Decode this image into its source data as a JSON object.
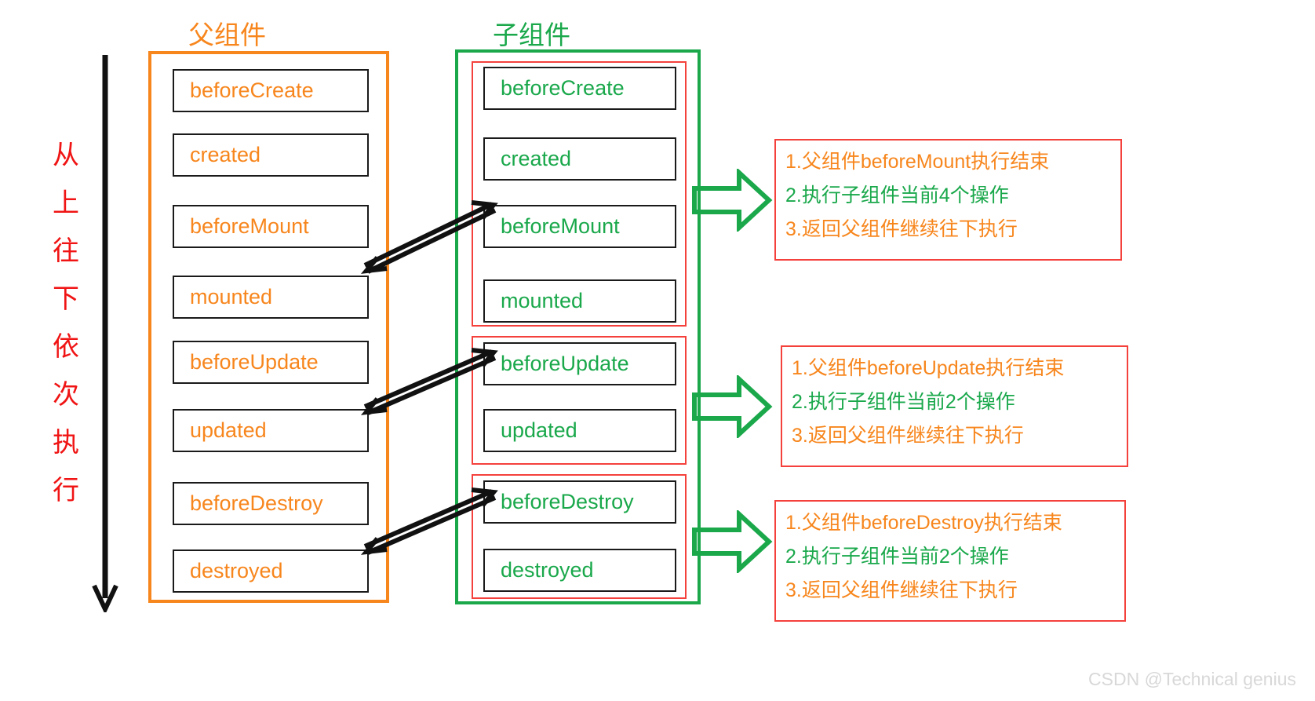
{
  "colors": {
    "parent_accent": "#f7861d",
    "child_accent": "#1aa84b",
    "group_border": "#f4413c",
    "caption_red": "#f01414",
    "box_border": "#1a1a1a",
    "watermark": "#d8d8d8"
  },
  "flow_caption": "从\n上\n往\n下\n依\n次\n执\n行",
  "panels": {
    "parent": {
      "title": "父组件",
      "hooks": [
        {
          "label": "beforeCreate"
        },
        {
          "label": "created"
        },
        {
          "label": "beforeMount"
        },
        {
          "label": "mounted"
        },
        {
          "label": "beforeUpdate"
        },
        {
          "label": "updated"
        },
        {
          "label": "beforeDestroy"
        },
        {
          "label": "destroyed"
        }
      ]
    },
    "child": {
      "title": "子组件",
      "hooks": [
        {
          "label": "beforeCreate"
        },
        {
          "label": "created"
        },
        {
          "label": "beforeMount"
        },
        {
          "label": "mounted"
        },
        {
          "label": "beforeUpdate"
        },
        {
          "label": "updated"
        },
        {
          "label": "beforeDestroy"
        },
        {
          "label": "destroyed"
        }
      ],
      "phase_groups": [
        {
          "name": "mount-phase",
          "hook_count": 4
        },
        {
          "name": "update-phase",
          "hook_count": 2
        },
        {
          "name": "destroy-phase",
          "hook_count": 2
        }
      ]
    }
  },
  "notes": [
    {
      "id": "mount-note",
      "lines": [
        {
          "text": "1.父组件beforeMount执行结束",
          "color": "orange"
        },
        {
          "text": "2.执行子组件当前4个操作",
          "color": "green"
        },
        {
          "text": "3.返回父组件继续往下执行",
          "color": "orange"
        }
      ]
    },
    {
      "id": "update-note",
      "lines": [
        {
          "text": "1.父组件beforeUpdate执行结束",
          "color": "orange"
        },
        {
          "text": "2.执行子组件当前2个操作",
          "color": "green"
        },
        {
          "text": "3.返回父组件继续往下执行",
          "color": "orange"
        }
      ]
    },
    {
      "id": "destroy-note",
      "lines": [
        {
          "text": "1.父组件beforeDestroy执行结束",
          "color": "orange"
        },
        {
          "text": "2.执行子组件当前2个操作",
          "color": "green"
        },
        {
          "text": "3.返回父组件继续往下执行",
          "color": "orange"
        }
      ]
    }
  ],
  "watermark": "CSDN @Technical genius"
}
